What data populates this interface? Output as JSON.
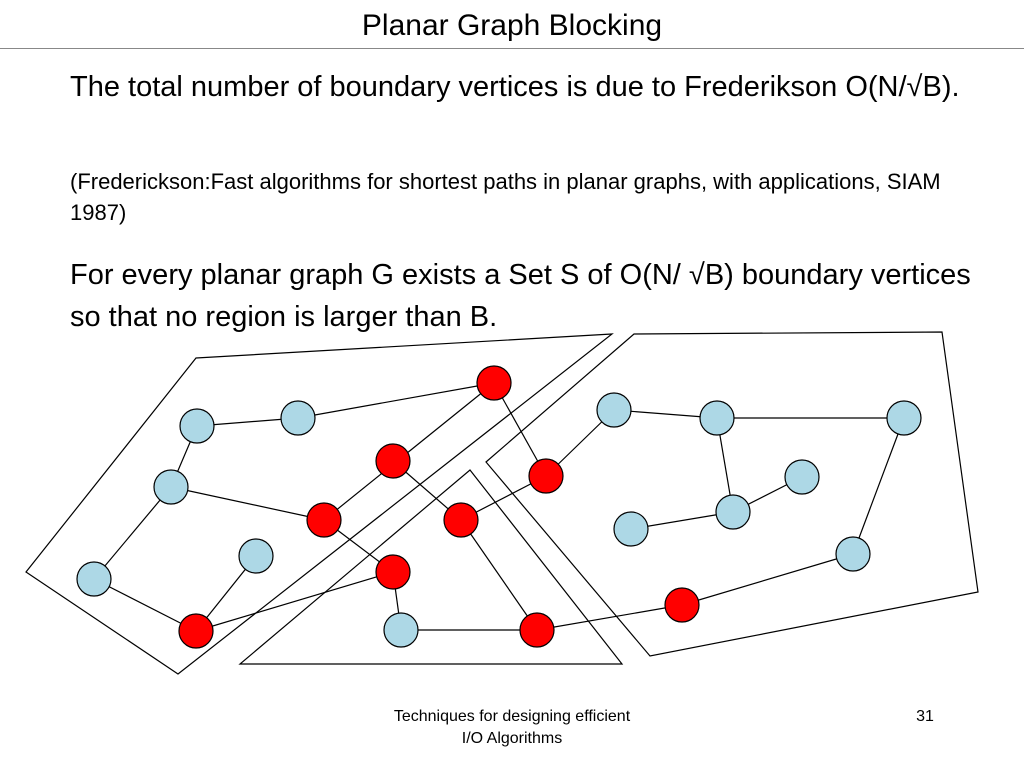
{
  "slide": {
    "title": "Planar Graph Blocking",
    "paragraph1": "The total number of boundary vertices is due to Frederikson O(N/√B).",
    "paragraph2": "(Frederickson:Fast algorithms for shortest paths in planar graphs, with applications, SIAM 1987)",
    "paragraph3": "For every planar graph G exists a Set S of O(N/ √B) boundary vertices so that no region is larger than B."
  },
  "footer": {
    "text_line1": "Techniques for designing efficient",
    "text_line2": "I/O Algorithms",
    "page_number": "31"
  },
  "diagram": {
    "colors": {
      "boundary_vertex": "#ff0000",
      "interior_vertex": "#add8e6",
      "stroke": "#000000"
    }
  }
}
